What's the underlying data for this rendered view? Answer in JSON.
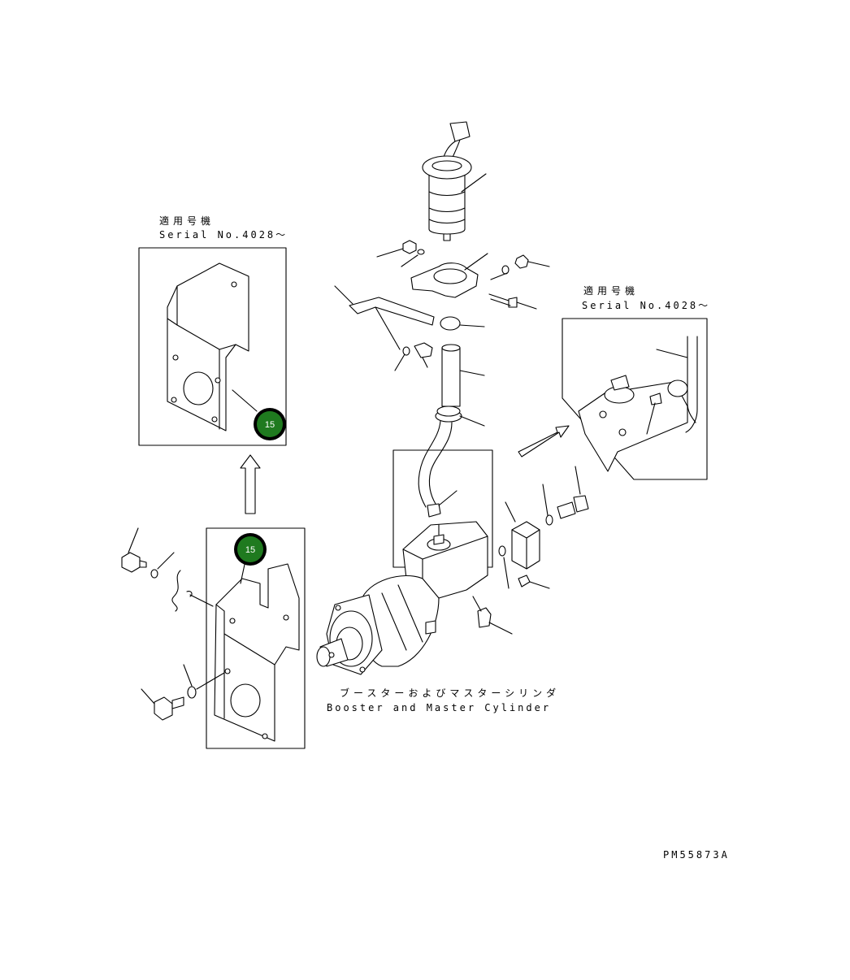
{
  "callouts": {
    "left": {
      "title_jp": "適用号機",
      "serial": "Serial No.4028～"
    },
    "right": {
      "title_jp": "適用号機",
      "serial": "Serial No.4028～"
    }
  },
  "caption": {
    "jp": "ブースターおよびマスターシリンダ",
    "en": "Booster and Master Cylinder"
  },
  "drawing_code": "PM55873A",
  "badges": [
    {
      "label": "15"
    },
    {
      "label": "15"
    }
  ],
  "colors": {
    "badge": "#1f7a1f",
    "line": "#000000",
    "background": "#ffffff"
  }
}
